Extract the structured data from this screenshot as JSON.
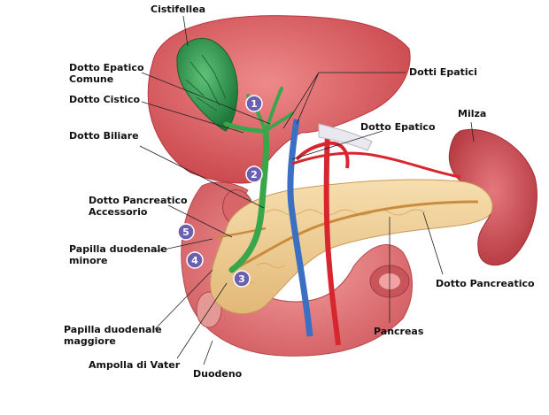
{
  "labels": {
    "cistifellea": "Cistifellea",
    "dotto_epatico_comune": "Dotto Epatico\nComune",
    "dotto_cistico": "Dotto Cistico",
    "dotto_biliare": "Dotto Biliare",
    "dotto_pancreatico_accessorio": "Dotto Pancreatico\nAccessorio",
    "papilla_minore": "Papilla duodenale\nminore",
    "papilla_maggiore": "Papilla duodenale\nmaggiore",
    "ampolla": "Ampolla di Vater",
    "duodeno": "Duodeno",
    "pancreas": "Pancreas",
    "dotto_pancreatico": "Dotto Pancreatico",
    "milza": "Milza",
    "dotto_epatico": "Dotto Epatico",
    "dotti_epatici": "Dotti Epatici"
  },
  "badges": [
    "1",
    "2",
    "3",
    "4",
    "5"
  ],
  "colors": {
    "liver": "#d9565a",
    "gallbladder": "#2e9a4a",
    "bile_duct": "#3aa64b",
    "pancreas": "#efcf92",
    "duodenum": "#e8787a",
    "spleen": "#c9444c",
    "artery": "#d8262e",
    "vein": "#3a6fc4",
    "badge": "#6a5fb0",
    "leader": "#222222"
  }
}
